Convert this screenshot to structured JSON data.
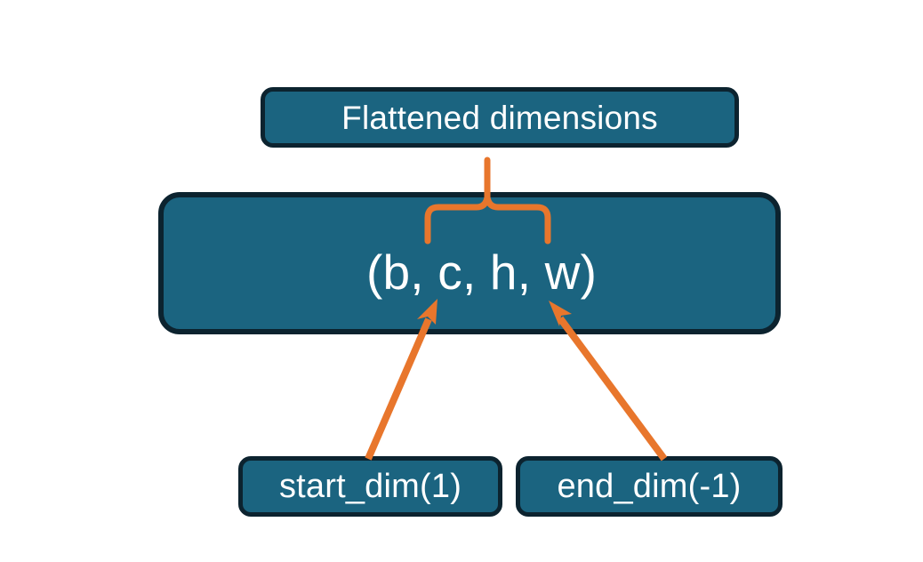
{
  "diagram": {
    "title_box": {
      "label": "Flattened dimensions"
    },
    "shape_box": {
      "label": "(b, c, h, w)"
    },
    "param_boxes": [
      {
        "label": "start_dim(1)"
      },
      {
        "label": "end_dim(-1)"
      }
    ],
    "connectors": [
      {
        "name": "brace-to-flattened",
        "kind": "curly-brace-with-stem"
      },
      {
        "name": "start-dim-arrow",
        "kind": "arrow"
      },
      {
        "name": "end-dim-arrow",
        "kind": "arrow"
      }
    ],
    "colors": {
      "box_fill": "#1b6480",
      "box_border": "#0c232f",
      "box_text": "#ffffff",
      "accent": "#e8762c",
      "background": "#ffffff"
    }
  }
}
